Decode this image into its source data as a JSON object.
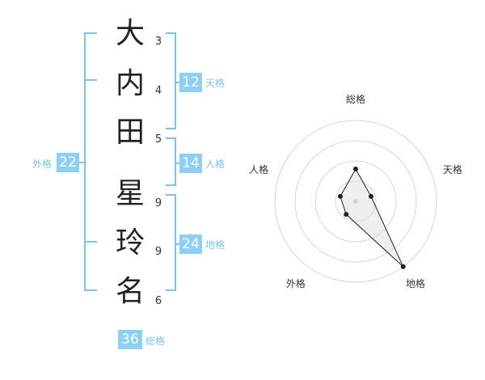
{
  "name": {
    "chars": [
      {
        "char": "大",
        "strokes": "3"
      },
      {
        "char": "内",
        "strokes": "4"
      },
      {
        "char": "田",
        "strokes": "5"
      },
      {
        "char": "星",
        "strokes": "9"
      },
      {
        "char": "玲",
        "strokes": "9"
      },
      {
        "char": "名",
        "strokes": "6"
      }
    ]
  },
  "fortunes": {
    "tenkaku": {
      "value": "12",
      "label": "天格"
    },
    "jinkaku": {
      "value": "14",
      "label": "人格"
    },
    "chikaku": {
      "value": "24",
      "label": "地格"
    },
    "gaikaku": {
      "value": "22",
      "label": "外格"
    },
    "soukaku": {
      "value": "36",
      "label": "総格"
    }
  },
  "colors": {
    "accent": "#8ccff7",
    "bracket": "#7ec3ee",
    "text": "#222222"
  },
  "chart_data": {
    "type": "radar",
    "axes": [
      "総格",
      "天格",
      "地格",
      "外格",
      "人格"
    ],
    "values": [
      2,
      1,
      5,
      1,
      1
    ],
    "max": 5,
    "rings": 4
  }
}
